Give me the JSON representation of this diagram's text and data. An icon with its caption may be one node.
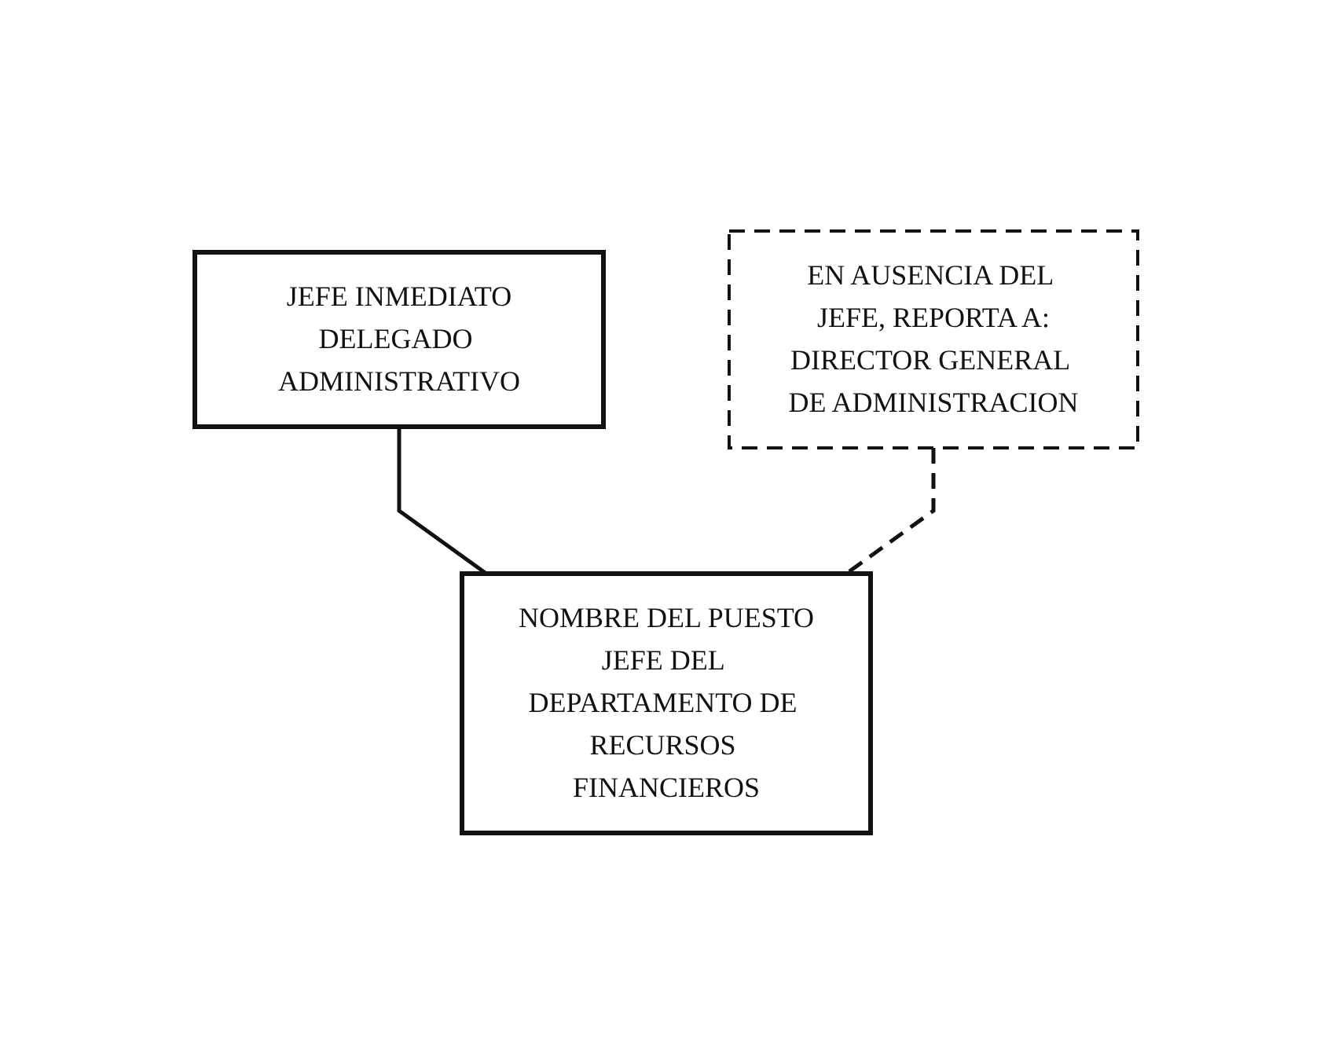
{
  "diagram": {
    "nodes": [
      {
        "text": [
          "JEFE INMEDIATO",
          "DELEGADO ADMINISTRATIVO"
        ]
      },
      {
        "text": [
          "EN AUSENCIA DEL JEFE, REPORTA A:",
          "DIRECTOR GENERAL DE ADMINISTRACION"
        ]
      },
      {
        "text": [
          "NOMBRE DEL PUESTO",
          "JEFE DEL DEPARTAMENTO DE RECURSOS FINANCIEROS"
        ]
      }
    ],
    "edges": [
      {
        "from": 0,
        "to": 2,
        "arrow": "none"
      },
      {
        "from": 1,
        "to": 2,
        "arrow": "none",
        "style": "dashed"
      }
    ]
  }
}
